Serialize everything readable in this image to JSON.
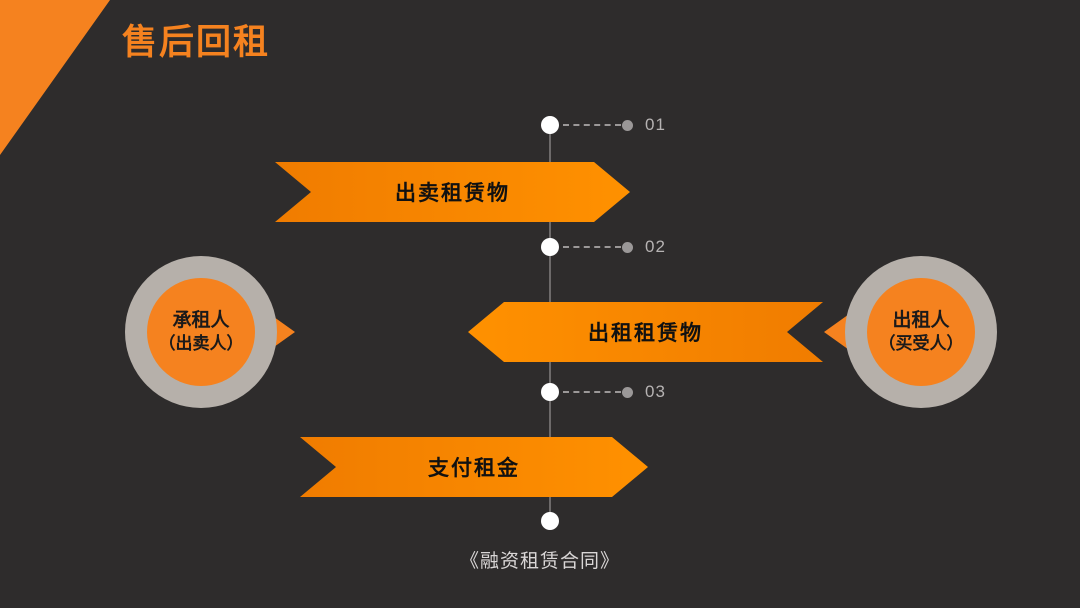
{
  "slide": {
    "title": "售后回租",
    "footer_note": "《融资租赁合同》",
    "accent_color": "#f5821f",
    "background_color": "#2e2c2c"
  },
  "timeline": {
    "steps": [
      {
        "number": "01"
      },
      {
        "number": "02"
      },
      {
        "number": "03"
      }
    ]
  },
  "banners": [
    {
      "label": "出卖租赁物",
      "direction": "right"
    },
    {
      "label": "出租租赁物",
      "direction": "left"
    },
    {
      "label": "支付租金",
      "direction": "right"
    }
  ],
  "parties": {
    "left": {
      "line1": "承租人",
      "line2": "（出卖人）"
    },
    "right": {
      "line1": "出租人",
      "line2": "（买受人）"
    }
  }
}
